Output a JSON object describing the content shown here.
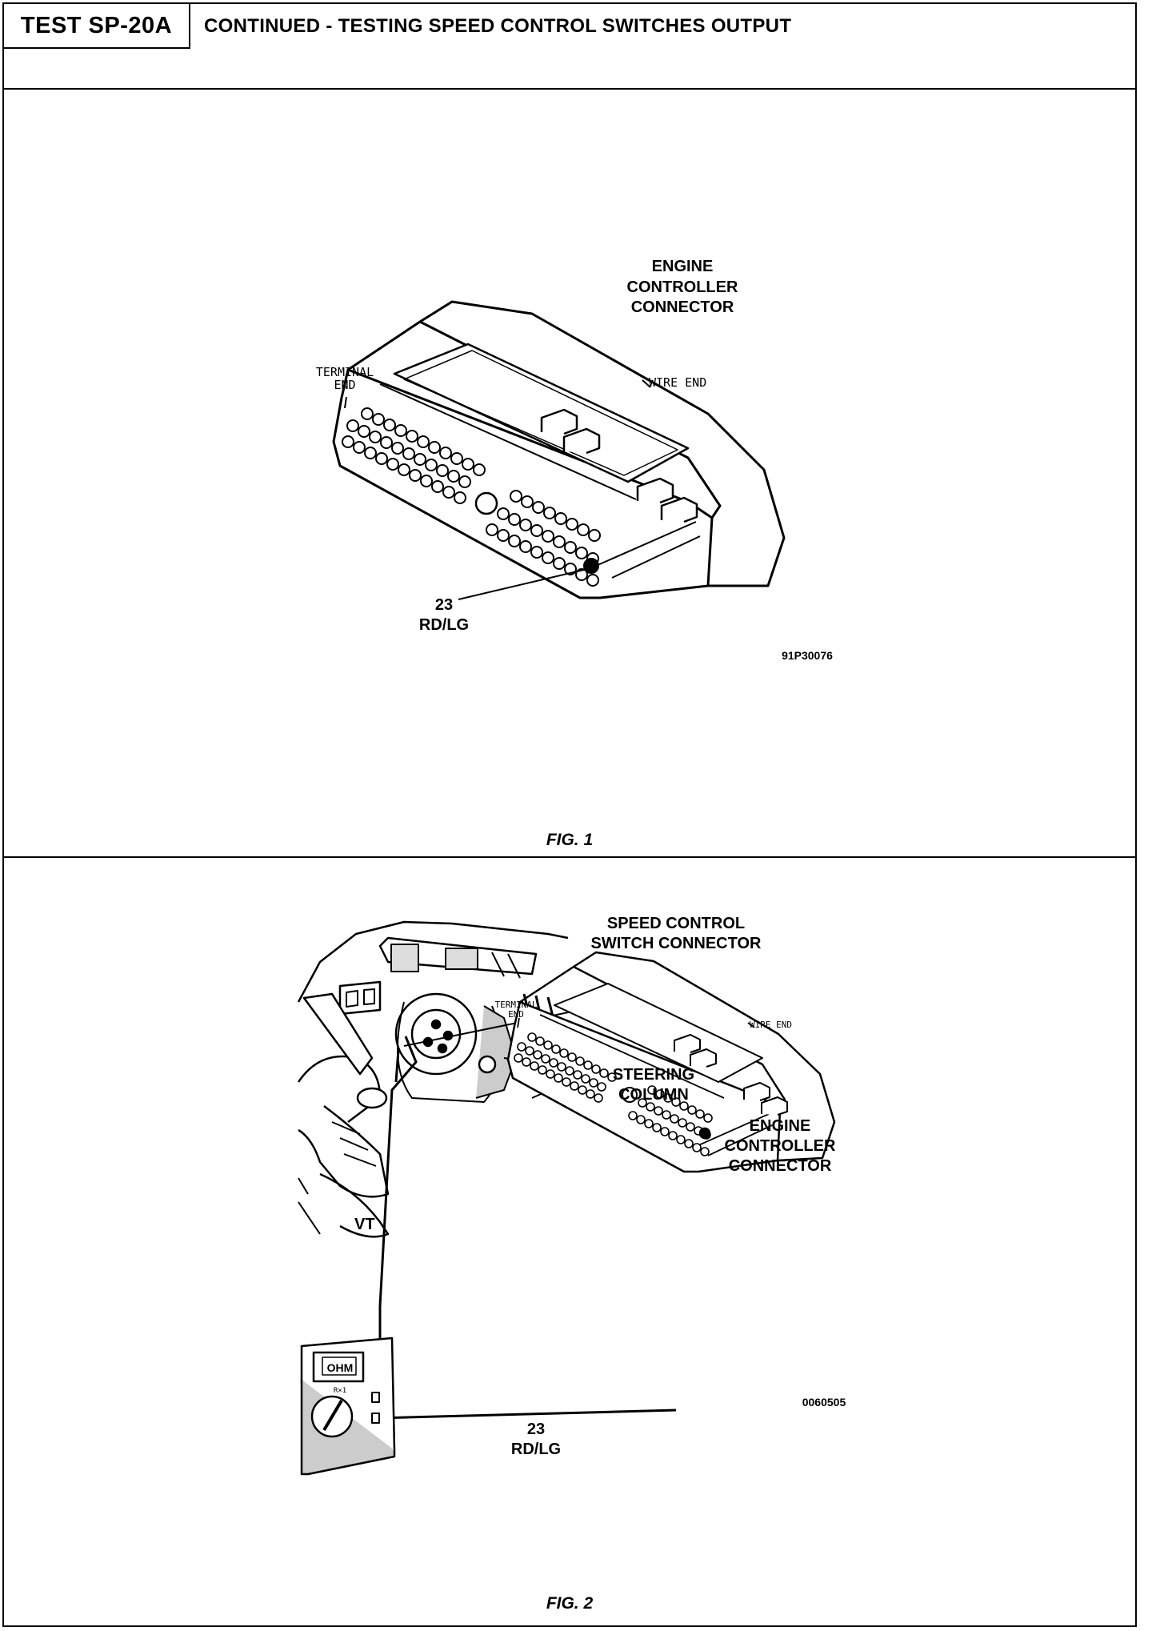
{
  "header": {
    "test_id": "TEST SP-20A",
    "title": "CONTINUED - TESTING SPEED CONTROL SWITCHES OUTPUT"
  },
  "fig1": {
    "caption": "FIG. 1",
    "label_connector_l1": "ENGINE",
    "label_connector_l2": "CONTROLLER",
    "label_connector_l3": "CONNECTOR",
    "label_terminal_l1": "TERMINAL",
    "label_terminal_l2": "END",
    "label_wire_end": "WIRE END",
    "pin_number": "23",
    "pin_wire": "RD/LG",
    "figure_code": "91P30076"
  },
  "fig2": {
    "caption": "FIG. 2",
    "label_switch_l1": "SPEED CONTROL",
    "label_switch_l2": "SWITCH CONNECTOR",
    "label_column_l1": "STEERING",
    "label_column_l2": "COLUMN",
    "label_connector_l1": "ENGINE",
    "label_connector_l2": "CONTROLLER",
    "label_connector_l3": "CONNECTOR",
    "label_terminal_l1": "TERMINAL",
    "label_terminal_l2": "END",
    "label_wire_end": "WIRE END",
    "label_vt": "VT",
    "meter_display": "OHM",
    "meter_scale": "R×1",
    "pin_number": "23",
    "pin_wire": "RD/LG",
    "figure_code": "0060505"
  }
}
